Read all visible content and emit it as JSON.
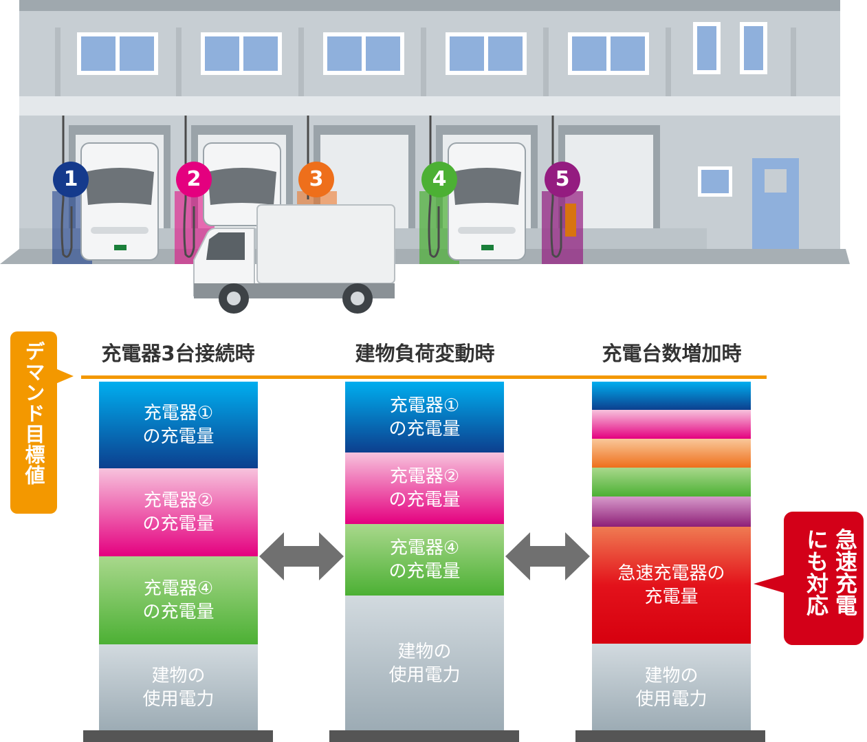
{
  "charger_badges": [
    {
      "label": "1",
      "color": "#153a8c"
    },
    {
      "label": "2",
      "color": "#e4007f"
    },
    {
      "label": "3",
      "color": "#ee6f1b"
    },
    {
      "label": "4",
      "color": "#4cb034"
    },
    {
      "label": "5",
      "color": "#941c80"
    }
  ],
  "demand_target_label": "デマンド目標値",
  "columns": [
    {
      "title": "充電器3台接続時",
      "segments": [
        {
          "label": "充電器①\nの充電量",
          "style": "blue"
        },
        {
          "label": "充電器②\nの充電量",
          "style": "pink"
        },
        {
          "label": "充電器④\nの充電量",
          "style": "green"
        },
        {
          "label": "建物の\n使用電力",
          "style": "gray"
        }
      ]
    },
    {
      "title": "建物負荷変動時",
      "segments": [
        {
          "label": "充電器①\nの充電量",
          "style": "blue"
        },
        {
          "label": "充電器②\nの充電量",
          "style": "pink"
        },
        {
          "label": "充電器④\nの充電量",
          "style": "green"
        },
        {
          "label": "建物の\n使用電力",
          "style": "gray"
        }
      ]
    },
    {
      "title": "充電台数増加時",
      "segments": [
        {
          "label": "",
          "style": "blue"
        },
        {
          "label": "",
          "style": "pink"
        },
        {
          "label": "",
          "style": "orange"
        },
        {
          "label": "",
          "style": "green"
        },
        {
          "label": "",
          "style": "purple"
        },
        {
          "label": "急速充電器の\n充電量",
          "style": "red"
        },
        {
          "label": "建物の\n使用電力",
          "style": "gray"
        }
      ]
    }
  ],
  "callout_text": "急速充電\nにも対応",
  "colors": {
    "target_orange": "#f39800",
    "callout_red": "#d30018",
    "arrow_gray": "#707070"
  }
}
